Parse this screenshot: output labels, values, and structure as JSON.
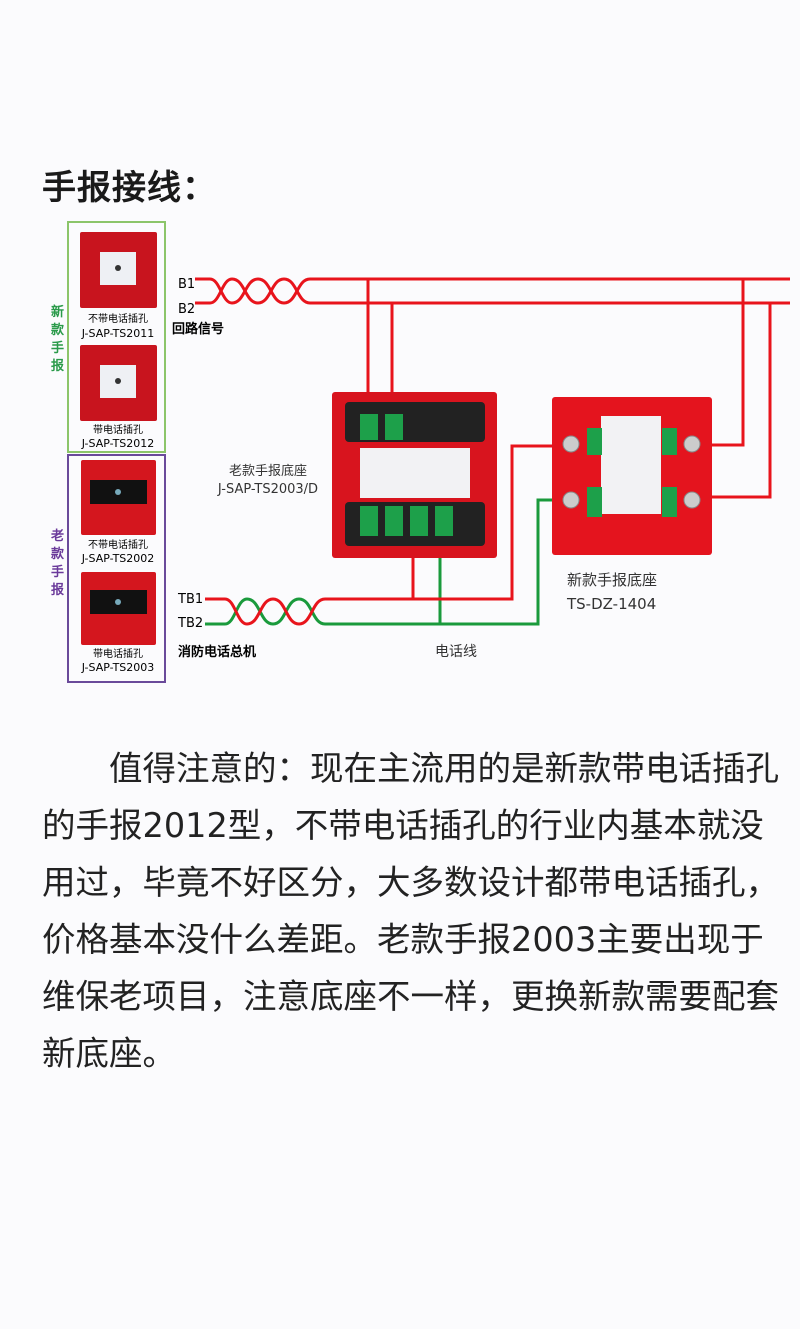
{
  "title": "手报接线：",
  "diagram": {
    "group_new": "新款手报",
    "group_old": "老款手报",
    "devices": [
      {
        "label": "不带电话插孔",
        "model": "J-SAP-TS2011"
      },
      {
        "label": "带电话插孔",
        "model": "J-SAP-TS2012"
      },
      {
        "label": "不带电话插孔",
        "model": "J-SAP-TS2002"
      },
      {
        "label": "带电话插孔",
        "model": "J-SAP-TS2003"
      }
    ],
    "b1": "B1",
    "b2": "B2",
    "loop_signal": "回路信号",
    "tb1": "TB1",
    "tb2": "TB2",
    "phone_host": "消防电话总机",
    "phone_line": "电话线",
    "old_base": {
      "label": "老款手报底座",
      "model": "J-SAP-TS2003/D"
    },
    "new_base": {
      "label": "新款手报底座",
      "model": "TS-DZ-1404"
    },
    "colors": {
      "signal_wire": "#e8141c",
      "phone_wire": "#1a9a3c",
      "new_group_border": "#8cc56a",
      "old_group_border": "#6a4a9a",
      "device_red": "#c8141e"
    }
  },
  "paragraph": "值得注意的：现在主流用的是新款带电话插孔的手报2012型，不带电话插孔的行业内基本就没用过，毕竟不好区分，大多数设计都带电话插孔，价格基本没什么差距。老款手报2003主要出现于维保老项目，注意底座不一样，更换新款需要配套新底座。"
}
